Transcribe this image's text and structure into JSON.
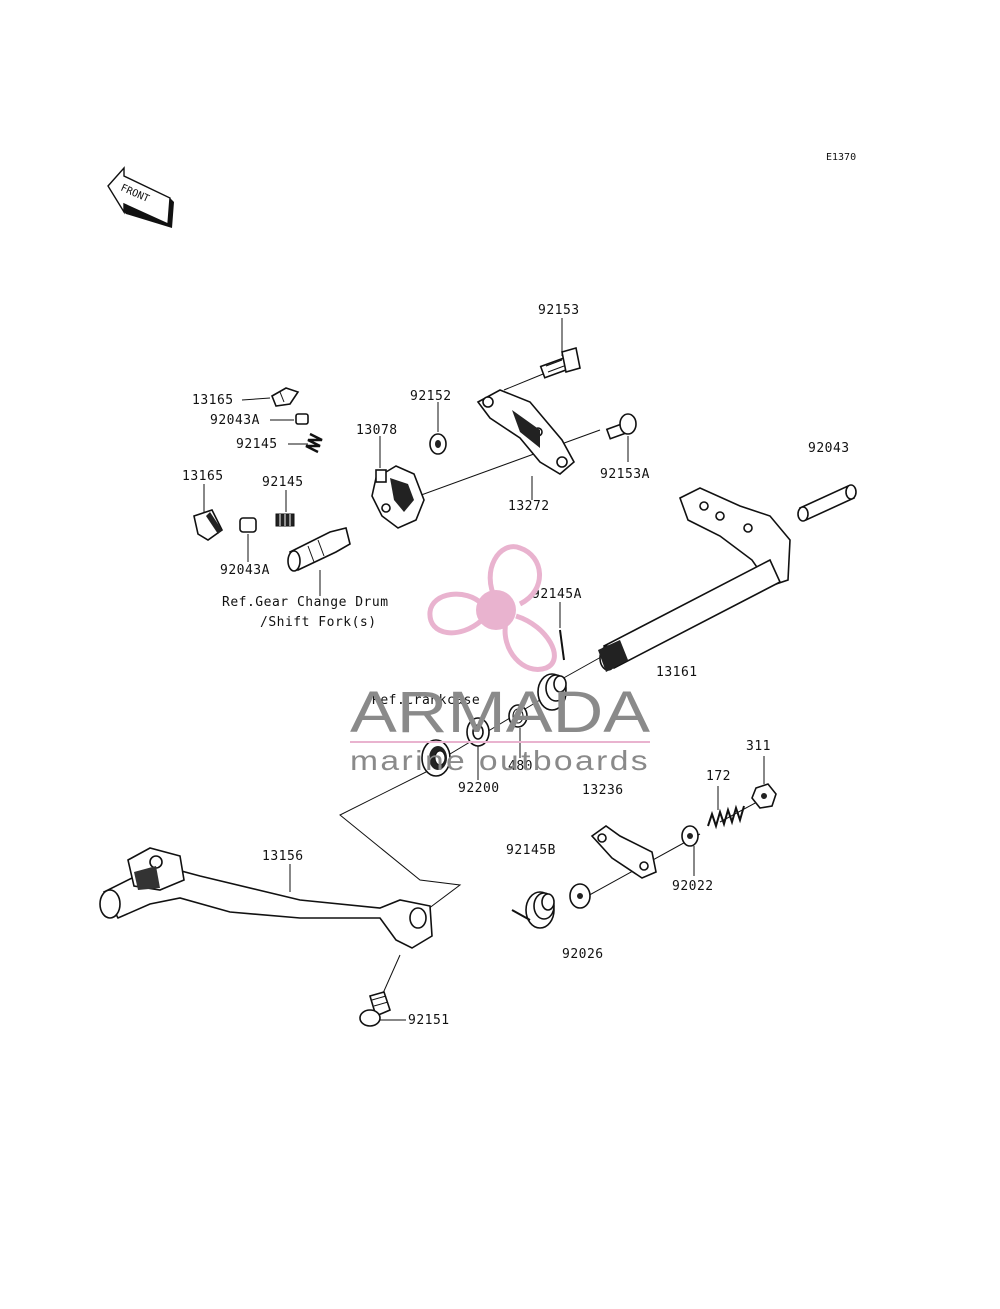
{
  "diagram": {
    "code": "E1370",
    "front_label": "FRONT",
    "callouts": {
      "p92153": "92153",
      "p13165a": "13165",
      "p92043a_1": "92043A",
      "p92145_1": "92145",
      "p92152": "92152",
      "p13078": "13078",
      "p92153a": "92153A",
      "p13165b": "13165",
      "p92145_2": "92145",
      "p13272": "13272",
      "p92043": "92043",
      "p92043a_2": "92043A",
      "ref_drum_1": "Ref.Gear Change Drum",
      "ref_drum_2": "/Shift Fork(s)",
      "p92145a": "92145A",
      "p13161": "13161",
      "ref_crankcase": "Ref.Crankcase",
      "p480": "480",
      "p92200": "92200",
      "p13236": "13236",
      "p311": "311",
      "p172": "172",
      "p13156": "13156",
      "p92145b": "92145B",
      "p92022": "92022",
      "p92026": "92026",
      "p92151": "92151"
    }
  },
  "watermark": {
    "brand": "ARMADA",
    "tagline": "marine outboards",
    "colors": {
      "logo": "#e9b3cf",
      "text": "#8a8a8a",
      "rule": "#e9b3cf"
    }
  }
}
